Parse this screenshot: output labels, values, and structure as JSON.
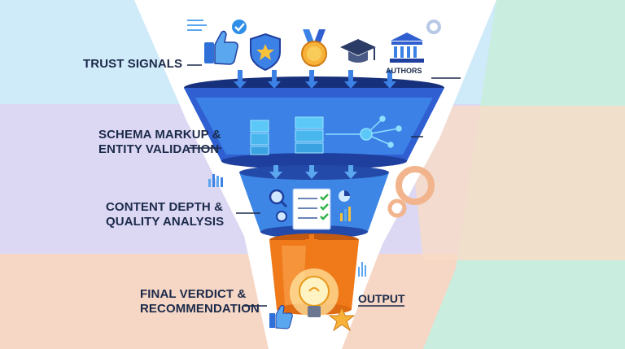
{
  "stages": [
    {
      "line1": "TRUST SIGNALS",
      "line2": ""
    },
    {
      "line1": "SCHEMA MARKUP &",
      "line2": "ENTITY VALIDATION"
    },
    {
      "line1": "CONTENT DEPTH &",
      "line2": "QUALITY ANALYSIS"
    },
    {
      "line1": "FINAL VERDICT &",
      "line2": "RECOMMENDATION"
    }
  ],
  "output_label": "OUTPUT",
  "authors_label": "AUTHORS",
  "icons": [
    "thumbs-up-icon",
    "shield-star-icon",
    "medal-icon",
    "graduation-cap-icon",
    "building-icon",
    "servers-icon",
    "network-icon",
    "magnifier-icon",
    "checklist-icon",
    "bar-chart-icon",
    "lightbulb-icon",
    "star-icon",
    "gear-icon"
  ],
  "colors": {
    "funnel_dark": "#1f3f9e",
    "funnel_mid": "#2f6fd8",
    "funnel_light": "#5aa7f0",
    "orange": "#f07a1a",
    "label_text": "#1c2a4a"
  }
}
